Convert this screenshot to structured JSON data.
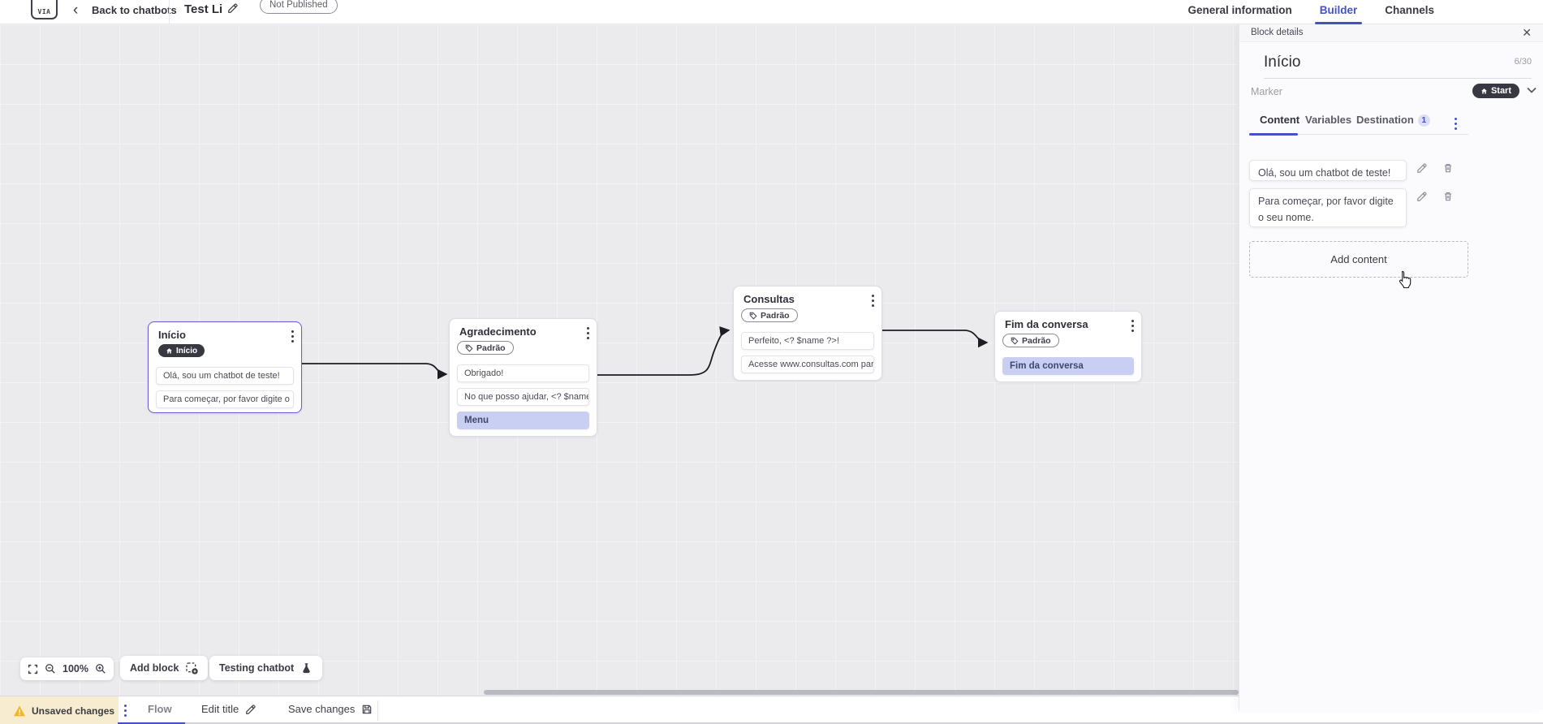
{
  "topbar": {
    "back_label": "Back to chatbots",
    "title": "Test Li",
    "status_badge": "Not Published",
    "tabs": [
      {
        "label": "General information",
        "active": false
      },
      {
        "label": "Builder",
        "active": true
      },
      {
        "label": "Channels",
        "active": false
      }
    ]
  },
  "panel": {
    "header": "Block details",
    "block_name": "Início",
    "char_counter": "6/30",
    "marker_label": "Marker",
    "marker_value": "Start",
    "tabs": [
      {
        "label": "Content",
        "active": true
      },
      {
        "label": "Variables",
        "active": false
      },
      {
        "label": "Destination",
        "active": false,
        "badge": "1"
      }
    ],
    "contents": [
      "Olá, sou um chatbot de teste!",
      "Para começar, por favor digite o seu nome."
    ],
    "add_content_label": "Add content"
  },
  "canvas": {
    "blocks": [
      {
        "title": "Início",
        "badge": "Início",
        "selected": true,
        "cards": [
          {
            "text": "Olá, sou um chatbot de teste!"
          },
          {
            "text": "Para começar, por favor digite o ..."
          }
        ]
      },
      {
        "title": "Agradecimento",
        "badge": "Padrão",
        "selected": false,
        "cards": [
          {
            "text": "Obrigado!"
          },
          {
            "text": "No que posso ajudar, <? $name ..."
          },
          {
            "text": "Menu",
            "type": "menu"
          }
        ]
      },
      {
        "title": "Consultas",
        "badge": "Padrão",
        "selected": false,
        "cards": [
          {
            "text": "Perfeito, <? $name ?>!"
          },
          {
            "text": "Acesse www.consultas.com par..."
          }
        ]
      },
      {
        "title": "Fim da conversa",
        "badge": "Padrão",
        "selected": false,
        "cards": [
          {
            "text": "Fim da conversa",
            "type": "menu"
          }
        ]
      }
    ],
    "zoom_level": "100%",
    "add_block_label": "Add block",
    "testing_label": "Testing chatbot"
  },
  "bottombar": {
    "unsaved_label": "Unsaved changes",
    "flow_tab": "Flow",
    "edit_title_label": "Edit title",
    "save_label": "Save changes"
  },
  "colors": {
    "accent": "#4353c6",
    "selected_block_border": "#6a5ad6",
    "dark_pill": "#383843",
    "menu_card_bg": "#c9cff2",
    "warning_bg": "#f8ecd0",
    "destination_badge_bg": "#dbdef6"
  }
}
